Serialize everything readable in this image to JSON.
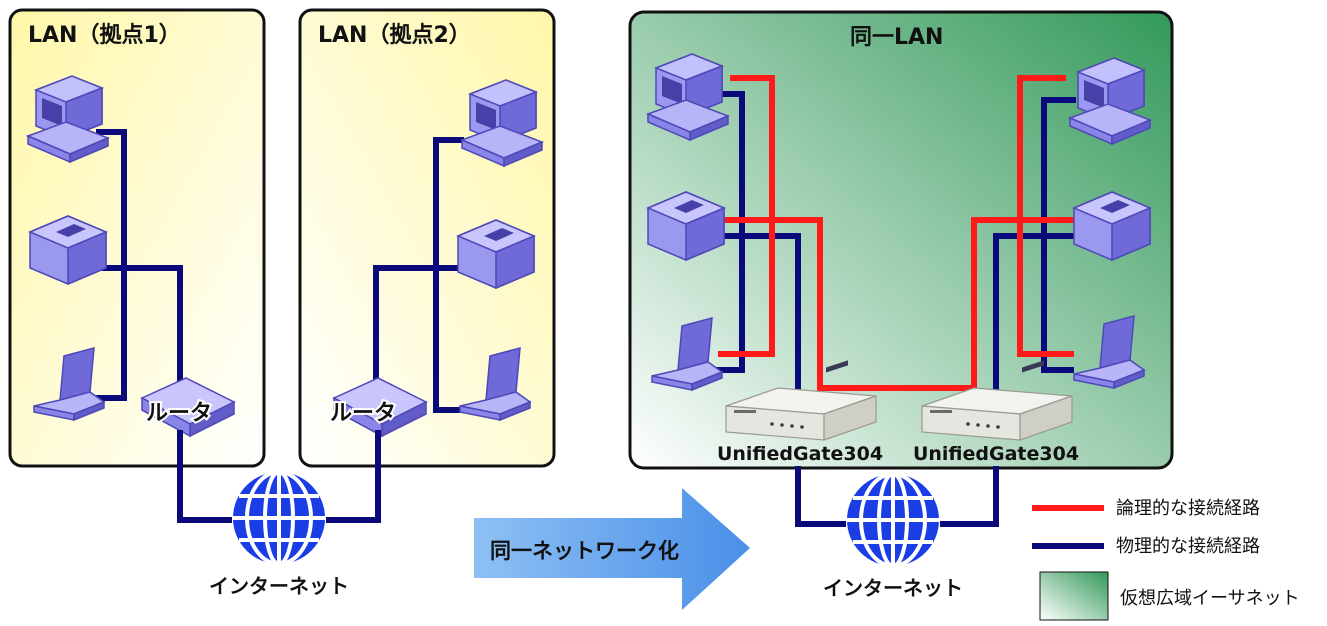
{
  "lan1": {
    "title": "LAN（拠点1）",
    "router_label": "ルータ"
  },
  "lan2": {
    "title": "LAN（拠点2）",
    "router_label": "ルータ"
  },
  "same_lan": {
    "title": "同一LAN",
    "device_left": "UnifiedGate304",
    "device_right": "UnifiedGate304"
  },
  "internet_left": "インターネット",
  "internet_right": "インターネット",
  "arrow_label": "同一ネットワーク化",
  "legend": {
    "logical": "論理的な接続経路",
    "physical": "物理的な接続経路",
    "virtual": "仮想広域イーサネット"
  },
  "colors": {
    "logical_line": "#ff1a1a",
    "physical_line": "#0a0a7a",
    "lan_fill": "#fffbc6",
    "virtual_fill_dark": "#33995a",
    "arrow": "#5aa0ee",
    "globe": "#1a3de6"
  }
}
